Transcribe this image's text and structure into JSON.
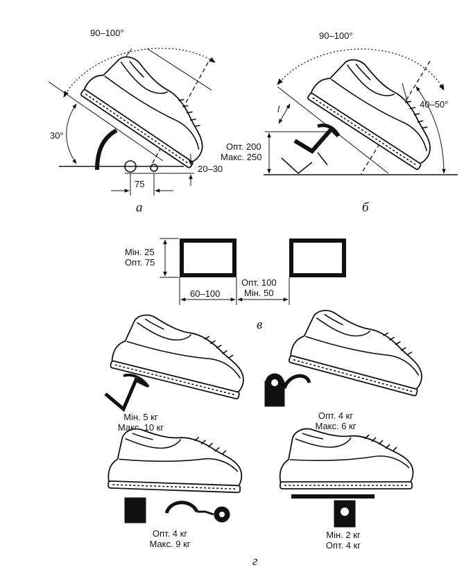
{
  "panel_a": {
    "angle_pedal": "90–100°",
    "angle_tilt": "30°",
    "dim_height": "20–30",
    "dim_offset": "75",
    "caption": "a"
  },
  "panel_b": {
    "angle_pedal": "90–100°",
    "angle_leg": "40–50°",
    "dim_l": "l",
    "dim_height_opt": "Опт. 200",
    "dim_height_max": "Макс. 250",
    "caption": "б"
  },
  "panel_v": {
    "dim_height_min": "Мін. 25",
    "dim_height_opt": "Опт. 75",
    "dim_width": "60–100",
    "dim_gap_opt": "Опт. 100",
    "dim_gap_min": "Мін. 50",
    "caption": "в"
  },
  "panel_g": {
    "pedal1_line1": "Мін. 5 кг",
    "pedal1_line2": "Макс. 10 кг",
    "pedal2_line1": "Опт. 4 кг",
    "pedal2_line2": "Макс. 6 кг",
    "pedal3_line1": "Опт. 4 кг",
    "pedal3_line2": "Макс. 9 кг",
    "pedal4_line1": "Мін. 2 кг",
    "pedal4_line2": "Опт. 4 кг",
    "caption": "г"
  }
}
